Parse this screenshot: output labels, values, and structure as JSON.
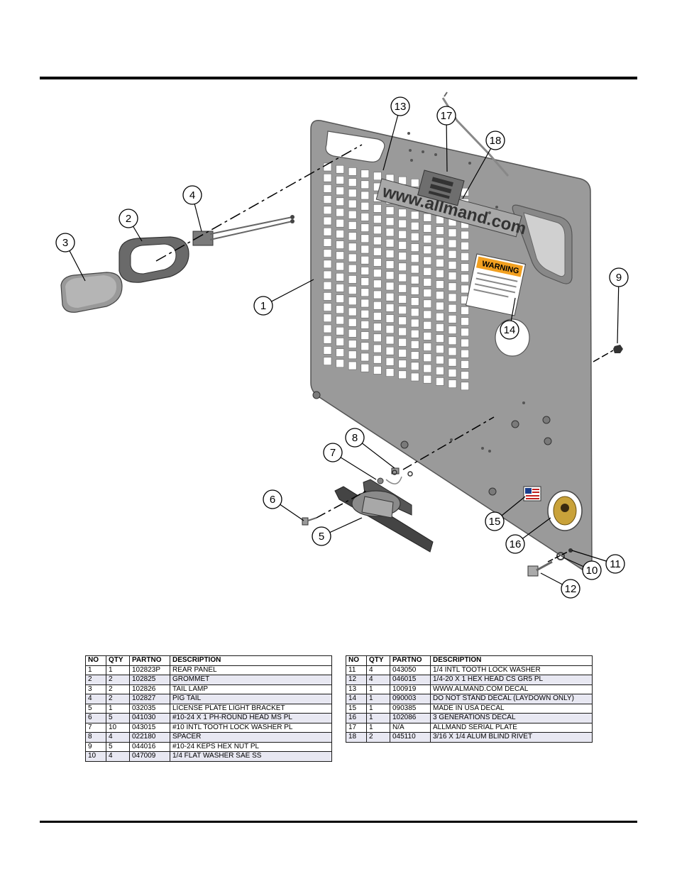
{
  "callouts": [
    "1",
    "2",
    "3",
    "4",
    "5",
    "6",
    "7",
    "8",
    "9",
    "10",
    "11",
    "12",
    "13",
    "14",
    "15",
    "16",
    "17",
    "18"
  ],
  "panel": {
    "url_decal": "www.allmand.com",
    "warning_title": "WARNING"
  },
  "parts_table": {
    "headers": [
      "NO",
      "QTY",
      "PARTNO",
      "DESCRIPTION"
    ],
    "left_rows": [
      [
        "1",
        "1",
        "102823P",
        "REAR PANEL"
      ],
      [
        "2",
        "2",
        "102825",
        "GROMMET"
      ],
      [
        "3",
        "2",
        "102826",
        "TAIL LAMP"
      ],
      [
        "4",
        "2",
        "102827",
        "PIG TAIL"
      ],
      [
        "5",
        "1",
        "032035",
        "LICENSE PLATE LIGHT BRACKET"
      ],
      [
        "6",
        "5",
        "041030",
        "#10-24 X 1 PH-ROUND HEAD MS PL"
      ],
      [
        "7",
        "10",
        "043015",
        "#10 INTL TOOTH LOCK WASHER PL"
      ],
      [
        "8",
        "4",
        "022180",
        "SPACER"
      ],
      [
        "9",
        "5",
        "044016",
        "#10-24 KEPS HEX NUT PL"
      ],
      [
        "10",
        "4",
        "047009",
        "1/4 FLAT WASHER SAE SS"
      ]
    ],
    "right_rows": [
      [
        "11",
        "4",
        "043050",
        "1/4 INTL TOOTH LOCK WASHER"
      ],
      [
        "12",
        "4",
        "046015",
        "1/4-20 X 1 HEX HEAD CS GR5 PL"
      ],
      [
        "13",
        "1",
        "100919",
        "WWW.ALMAND.COM DECAL"
      ],
      [
        "14",
        "1",
        "090003",
        "DO NOT STAND DECAL (LAYDOWN ONLY)"
      ],
      [
        "15",
        "1",
        "090385",
        "MADE IN USA DECAL"
      ],
      [
        "16",
        "1",
        "102086",
        "3 GENERATIONS DECAL"
      ],
      [
        "17",
        "1",
        "N/A",
        "ALLMAND SERIAL PLATE"
      ],
      [
        "18",
        "2",
        "045110",
        "3/16 X 1/4 ALUM BLIND RIVET"
      ]
    ]
  }
}
